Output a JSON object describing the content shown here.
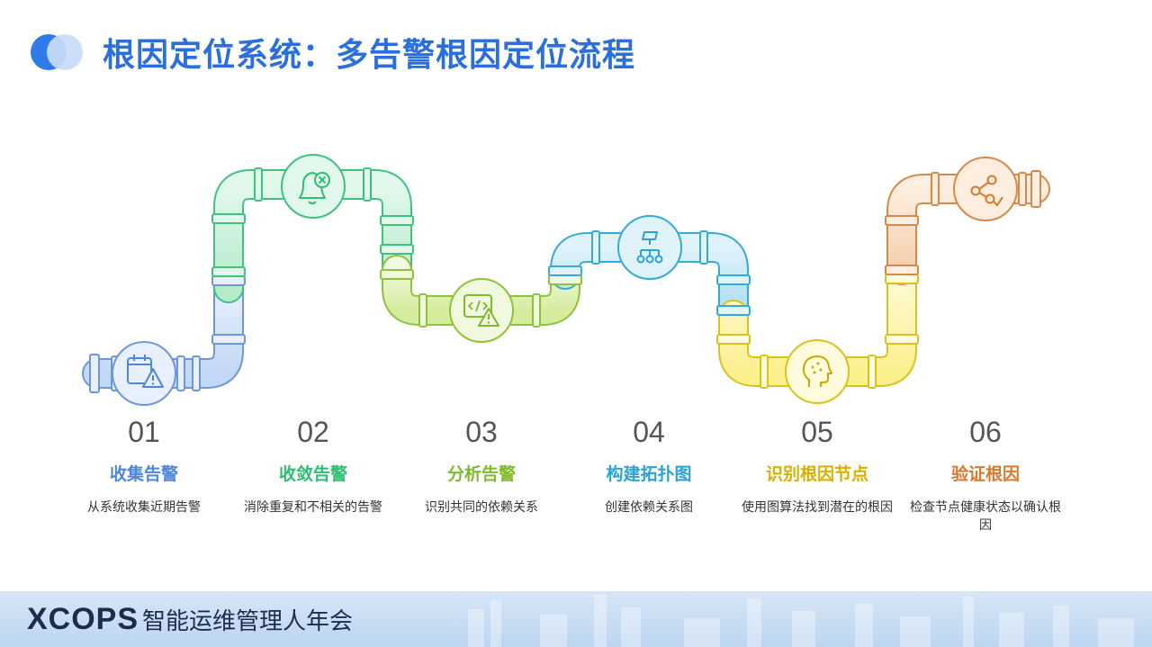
{
  "header": {
    "title": "根因定位系统：多告警根因定位流程"
  },
  "steps": [
    {
      "num": "01",
      "name": "收集告警",
      "desc": "从系统收集近期告警",
      "color": "#4f86d8",
      "icon": "calendar-warning-icon"
    },
    {
      "num": "02",
      "name": "收敛告警",
      "desc": "消除重复和不相关的告警",
      "color": "#2ebd73",
      "icon": "bell-off-icon"
    },
    {
      "num": "03",
      "name": "分析告警",
      "desc": "识别共同的依赖关系",
      "color": "#7fba2a",
      "icon": "code-warning-icon"
    },
    {
      "num": "04",
      "name": "构建拓扑图",
      "desc": "创建依赖关系图",
      "color": "#29a3d6",
      "icon": "topology-icon"
    },
    {
      "num": "05",
      "name": "识别根因节点",
      "desc": "使用图算法找到潜在的根因",
      "color": "#d7b000",
      "icon": "head-brain-icon"
    },
    {
      "num": "06",
      "name": "验证根因",
      "desc": "检查节点健康状态以确认根因",
      "color": "#d77a2f",
      "icon": "share-check-icon"
    }
  ],
  "footer": {
    "brand": "XCOPS",
    "subtitle": "智能运维管理人年会"
  }
}
